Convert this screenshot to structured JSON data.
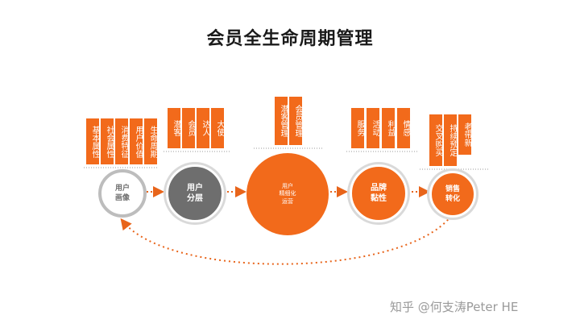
{
  "title": "会员全生命周期管理",
  "watermark": "知乎 @何支涛Peter HE",
  "colors": {
    "orange": "#f26a1b",
    "gray": "#6e6e6e",
    "light_gray": "#bdbdbd",
    "arrow": "#e8641a"
  },
  "stages": [
    {
      "label_lines": [
        "用户",
        "画像"
      ],
      "tags": [
        "基本属性",
        "社会属性",
        "消费特征",
        "用户价值",
        "生命周期"
      ]
    },
    {
      "label_lines": [
        "用户",
        "分层"
      ],
      "tags": [
        "潜客",
        "会员",
        "达人",
        "大使"
      ]
    },
    {
      "label_lines": [
        "用户",
        "精细化",
        "运营"
      ],
      "tags": [
        "潜客管理",
        "会员管理"
      ]
    },
    {
      "label_lines": [
        "品牌",
        "黏性"
      ],
      "tags": [
        "服务",
        "活动",
        "利益",
        "情感"
      ]
    },
    {
      "label_lines": [
        "销售",
        "转化"
      ],
      "tags": [
        "交叉购买",
        "持续预定",
        "老带新"
      ]
    }
  ]
}
